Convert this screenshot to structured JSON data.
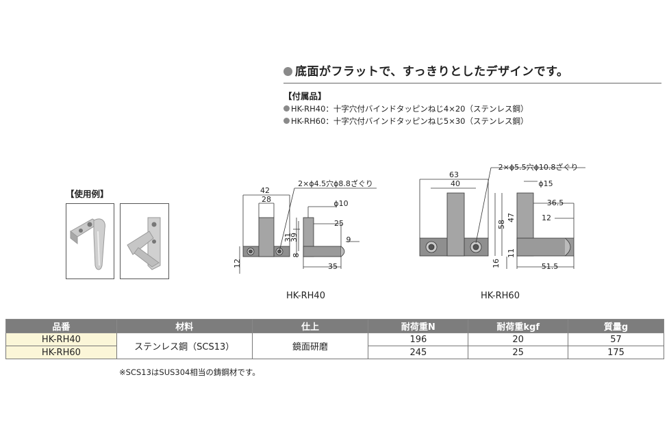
{
  "headline": "底面がフラットで、すっきりとしたデザインです。",
  "accessories": {
    "title": "【付属品】",
    "items": [
      "HK-RH40：十字穴付バインドタッピンねじ4×20（ステンレス鋼）",
      "HK-RH60：十字穴付バインドタッピンねじ5×30（ステンレス鋼）"
    ]
  },
  "usage_title": "【使用例】",
  "drawings": {
    "rh40": {
      "caption": "HK-RH40",
      "hole_note": "2×ϕ4.5穴ϕ8.8ざぐり",
      "dims": [
        "42",
        "28",
        "39",
        "31",
        "12",
        "8",
        "ϕ10",
        "25",
        "9",
        "35"
      ]
    },
    "rh60": {
      "caption": "HK-RH60",
      "hole_note": "2×ϕ5.5穴ϕ10.8ざぐり",
      "dims": [
        "63",
        "40",
        "58",
        "47",
        "11",
        "16",
        "ϕ15",
        "36.5",
        "12",
        "51.5"
      ]
    }
  },
  "table": {
    "headers": [
      "品番",
      "材料",
      "仕上",
      "耐荷重N",
      "耐荷重kgf",
      "質量g"
    ],
    "material": "ステンレス鋼（SCS13）",
    "finish": "鏡面研磨",
    "rows": [
      {
        "part": "HK-RH40",
        "load_n": "196",
        "load_kgf": "20",
        "mass_g": "57"
      },
      {
        "part": "HK-RH60",
        "load_n": "245",
        "load_kgf": "25",
        "mass_g": "175"
      }
    ]
  },
  "note": "※SCS13はSUS304相当の鋳鋼材です。"
}
